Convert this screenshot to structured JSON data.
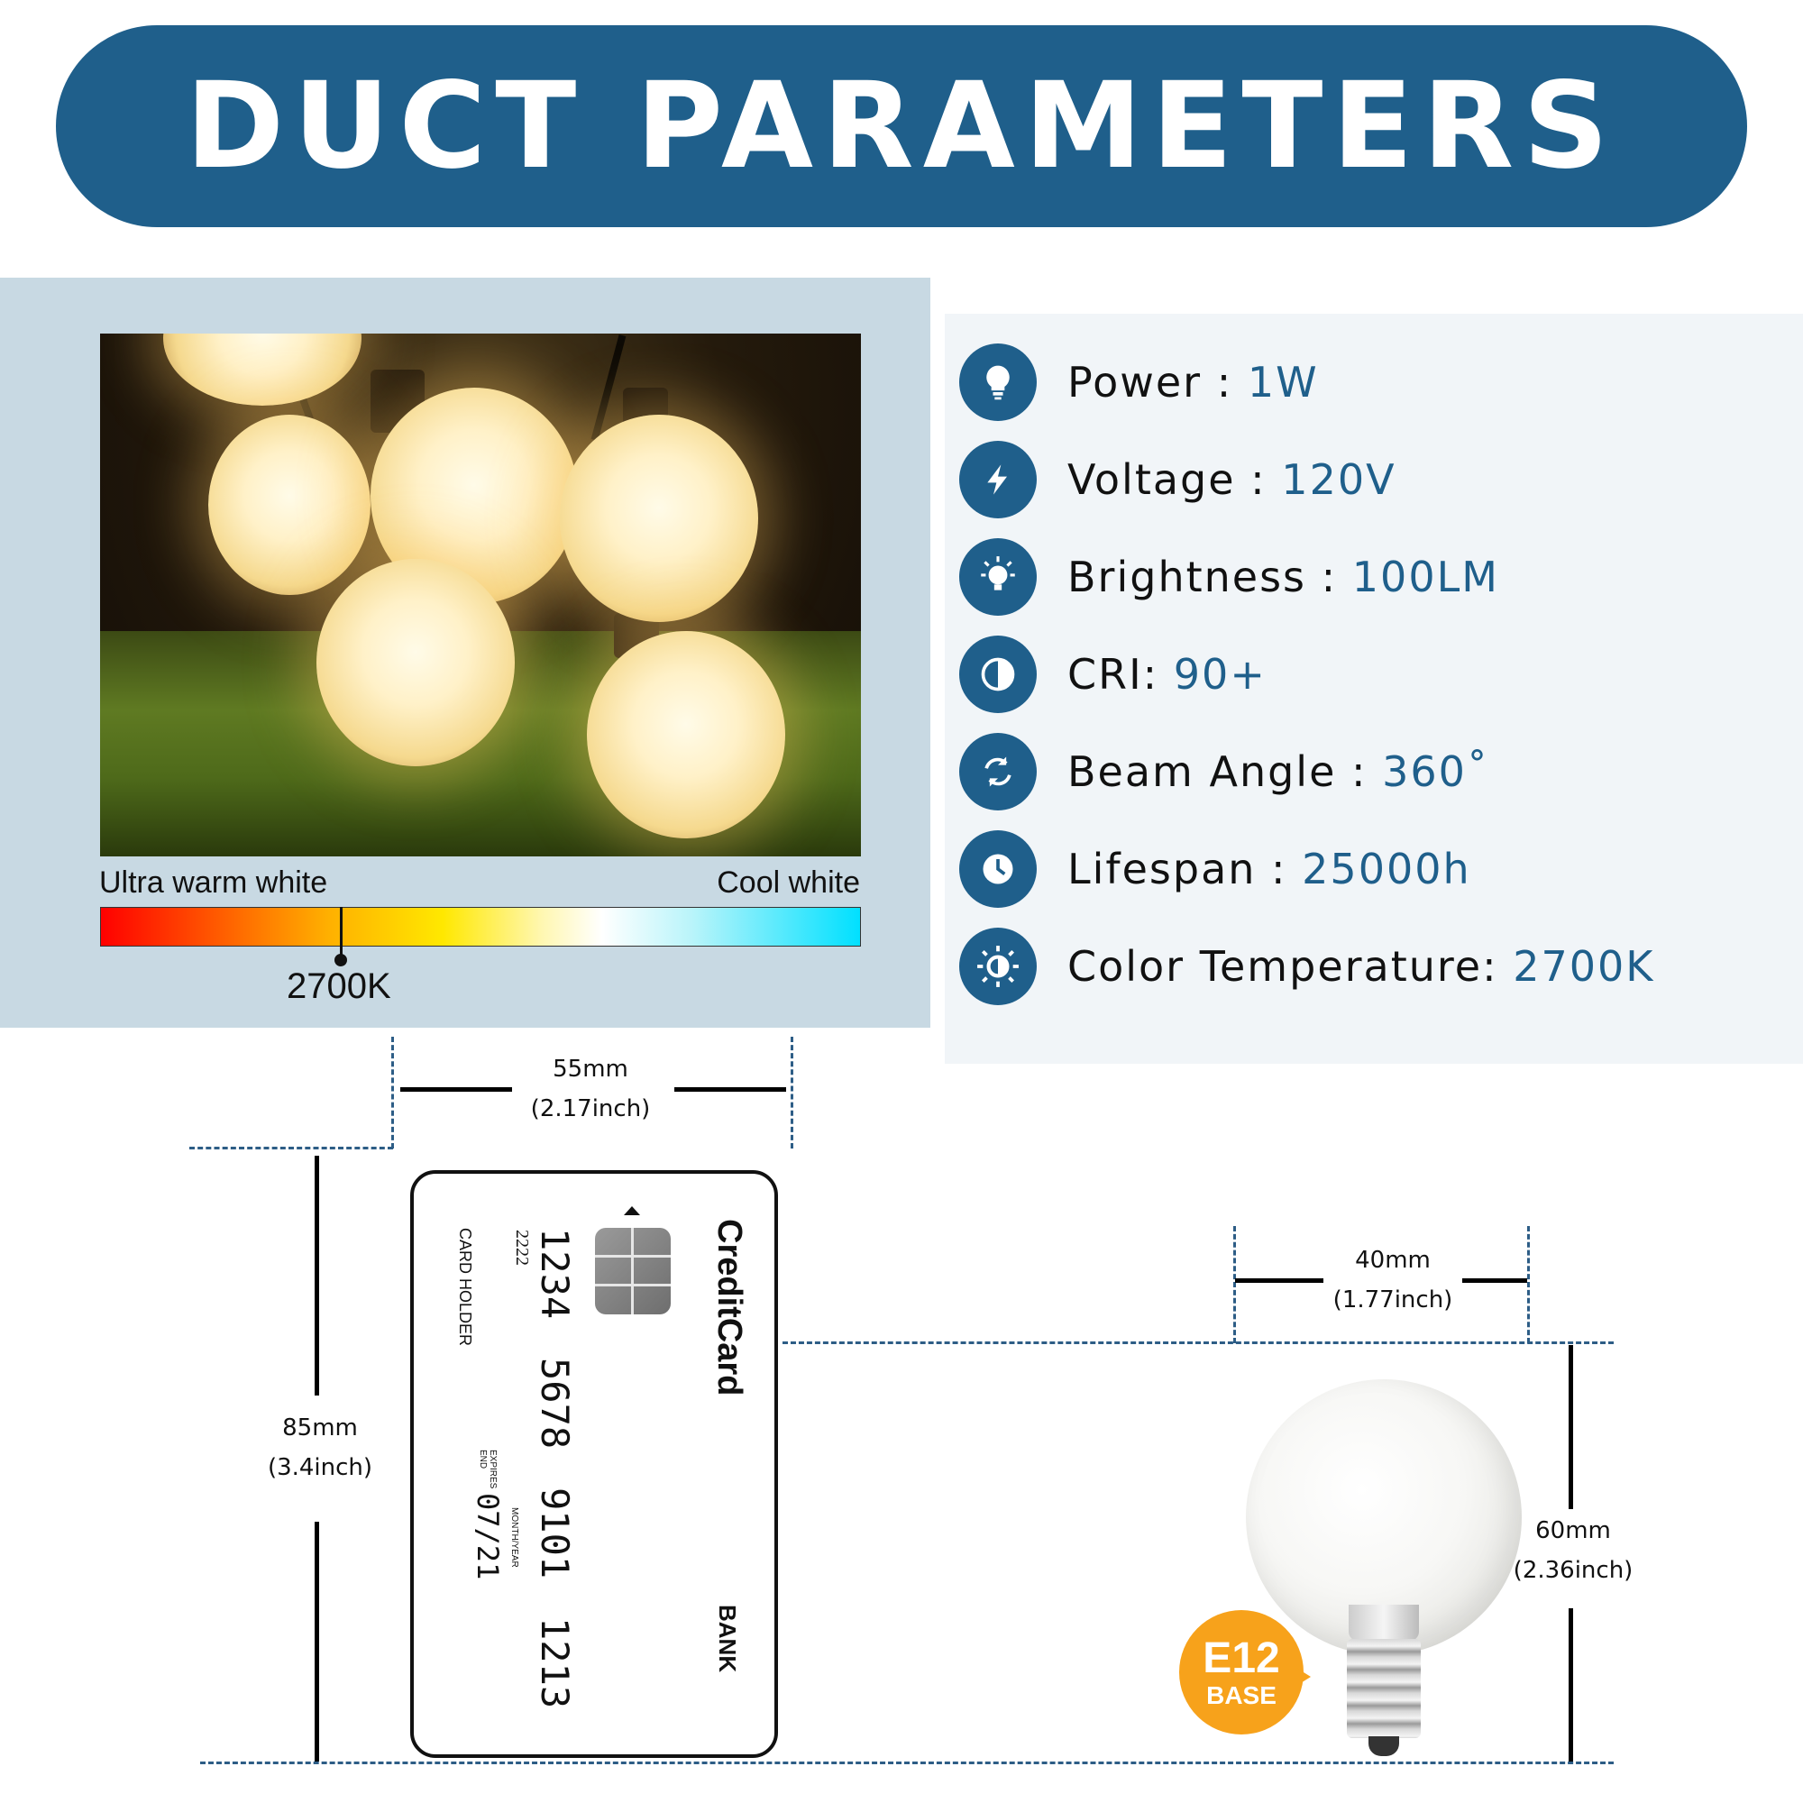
{
  "banner": {
    "title": "DUCT PARAMETERS"
  },
  "color_scale": {
    "left_label": "Ultra warm white",
    "right_label": "Cool white",
    "marker_value": "2700K"
  },
  "specs": [
    {
      "icon": "lightbulb-icon",
      "label": "Power :",
      "value": "1W"
    },
    {
      "icon": "lightning-icon",
      "label": "Voltage :",
      "value": "120V"
    },
    {
      "icon": "bright-bulb-icon",
      "label": "Brightness :",
      "value": "100LM"
    },
    {
      "icon": "half-circle-icon",
      "label": "CRI:",
      "value": "90+"
    },
    {
      "icon": "rotate-arrows-icon",
      "label": "Beam Angle :",
      "value": "360˚"
    },
    {
      "icon": "clock-icon",
      "label": "Lifespan :",
      "value": "25000h"
    },
    {
      "icon": "sun-icon",
      "label": "Color Temperature:",
      "value": "2700K"
    }
  ],
  "card_dims": {
    "width_mm": "55mm",
    "width_in": "(2.17inch)",
    "height_mm": "85mm",
    "height_in": "(3.4inch)"
  },
  "card": {
    "brand": "CreditCard",
    "bank": "BANK",
    "number_groups": [
      "1234",
      "5678",
      "9101",
      "1213"
    ],
    "small_number": "2222",
    "holder": "CARD HOLDER",
    "expiry": "07/21",
    "expires_label": "EXPIRES END",
    "month_year_label": "MONTH/YEAR"
  },
  "bulb_dims": {
    "width_mm": "40mm",
    "width_in": "(1.77inch)",
    "height_mm": "60mm",
    "height_in": "(2.36inch)"
  },
  "badge": {
    "line1": "E12",
    "line2": "BASE"
  },
  "colors": {
    "brand_blue": "#1f5f8b",
    "badge_orange": "#f7a21b",
    "panel_blue": "#c8d9e3"
  }
}
